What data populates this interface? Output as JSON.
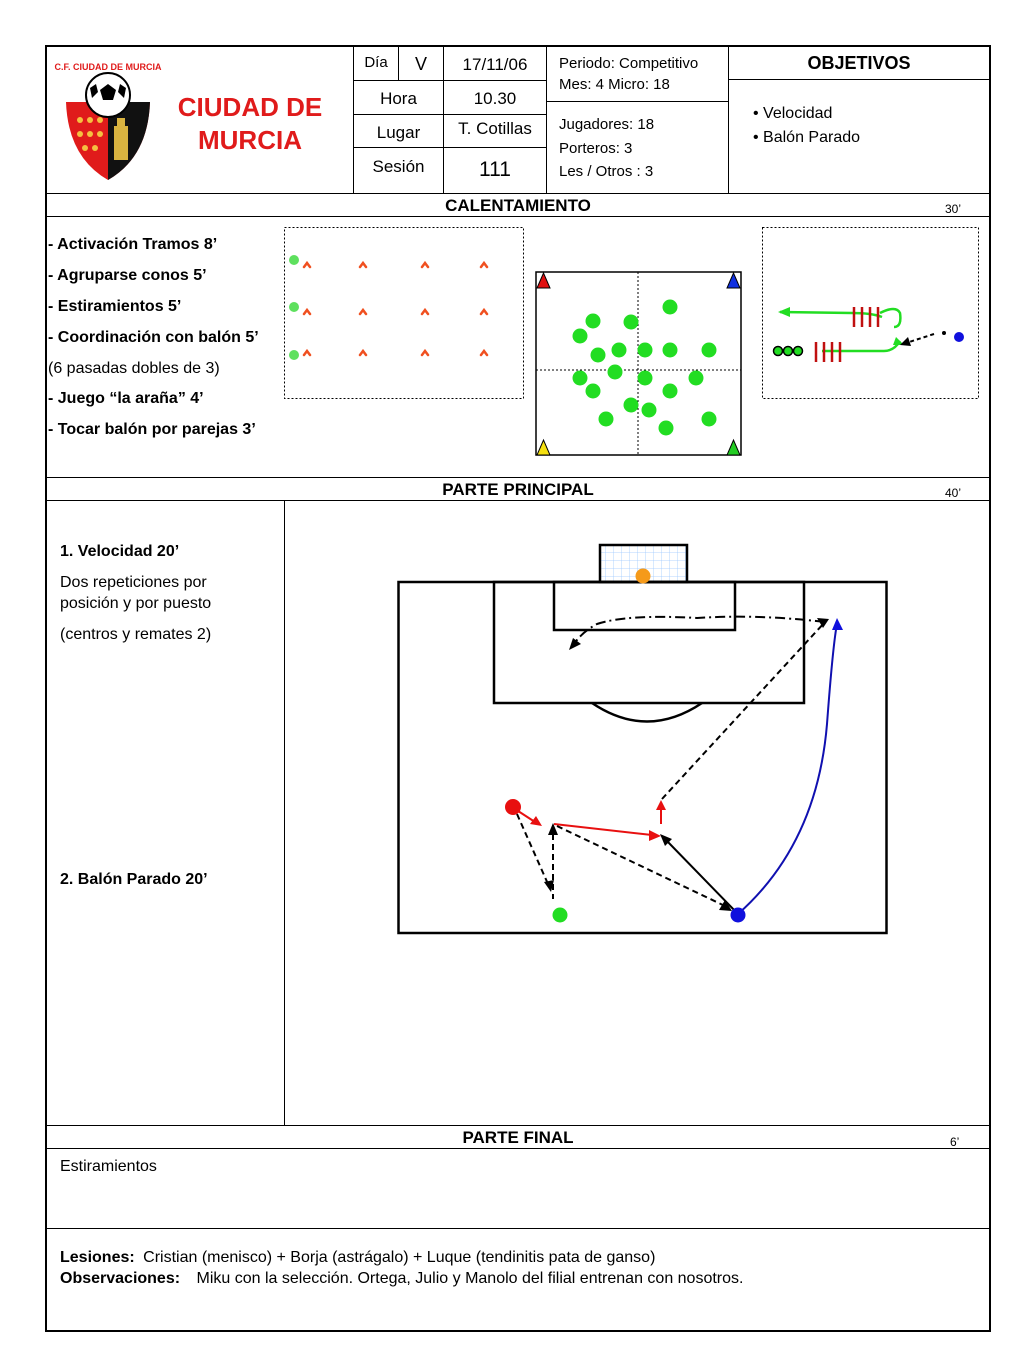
{
  "header": {
    "club_name_line1": "CIUDAD DE",
    "club_name_line2": "MURCIA",
    "logo_text": "C.F. CIUDAD DE MURCIA",
    "dia_label": "Día",
    "dia_value": "V",
    "date": "17/11/06",
    "hora_label": "Hora",
    "hora_value": "10.30",
    "lugar_label": "Lugar",
    "lugar_value": "T. Cotillas",
    "sesion_label": "Sesión",
    "sesion_value": "111",
    "periodo": "Periodo: Competitivo",
    "mes_micro": "Mes: 4 Micro: 18",
    "jugadores": "Jugadores:  18",
    "porteros": "Porteros: 3",
    "les_otros": "Les / Otros : 3",
    "objetivos_title": "OBJETIVOS",
    "objetivos": [
      "• Velocidad",
      "• Balón Parado"
    ]
  },
  "calentamiento": {
    "title": "CALENTAMIENTO",
    "time": "30’",
    "items": [
      "-  Activación Tramos  8’",
      "-  Agruparse conos 5’",
      "-  Estiramientos 5’",
      "- Coordinación con balón  5’",
      "(6 pasadas dobles de 3)",
      "-  Juego “la araña”  4’",
      "- Tocar balón por parejas  3’"
    ]
  },
  "parte_principal": {
    "title": "PARTE PRINCIPAL",
    "time": "40’",
    "item1_title": "1.  Velocidad 20’",
    "item1_desc1": "Dos repeticiones por",
    "item1_desc2": "posición y por puesto",
    "item1_desc3": "(centros y remates 2)",
    "item2_title": "2. Balón Parado 20’"
  },
  "parte_final": {
    "title": "PARTE FINAL",
    "time": "6’",
    "content": "Estiramientos"
  },
  "footer": {
    "lesiones_label": "Lesiones:",
    "lesiones_text": "Cristian (menisco) + Borja (astrágalo) + Luque (tendinitis pata de ganso)",
    "observaciones_label": "Observaciones:",
    "observaciones_text": "Miku con la selección. Ortega, Julio y Manolo del filial entrenan con nosotros."
  },
  "colors": {
    "club_red": "#e01b1b",
    "player_green": "#22dd22",
    "player_red": "#e81010",
    "player_blue": "#1010dd",
    "keeper_orange": "#f59a1a",
    "cone_orange": "#f05020"
  }
}
